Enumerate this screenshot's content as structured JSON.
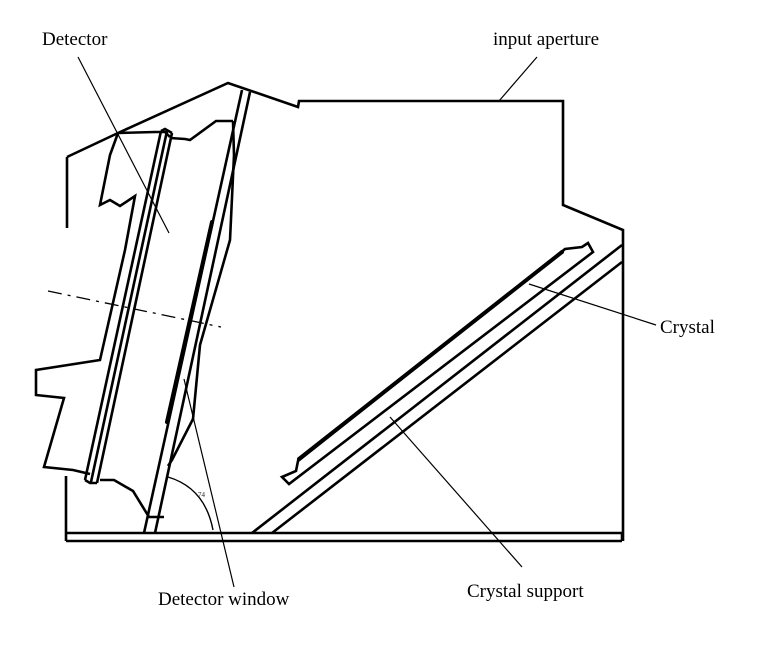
{
  "diagram": {
    "type": "technical-cross-section",
    "labels": {
      "detector": "Detector",
      "input_aperture": "input aperture",
      "crystal": "Crystal",
      "detector_window": "Detector window",
      "crystal_support": "Crystal support",
      "angle_mark": "74"
    },
    "colors": {
      "line": "#000000",
      "background": "#ffffff"
    }
  }
}
